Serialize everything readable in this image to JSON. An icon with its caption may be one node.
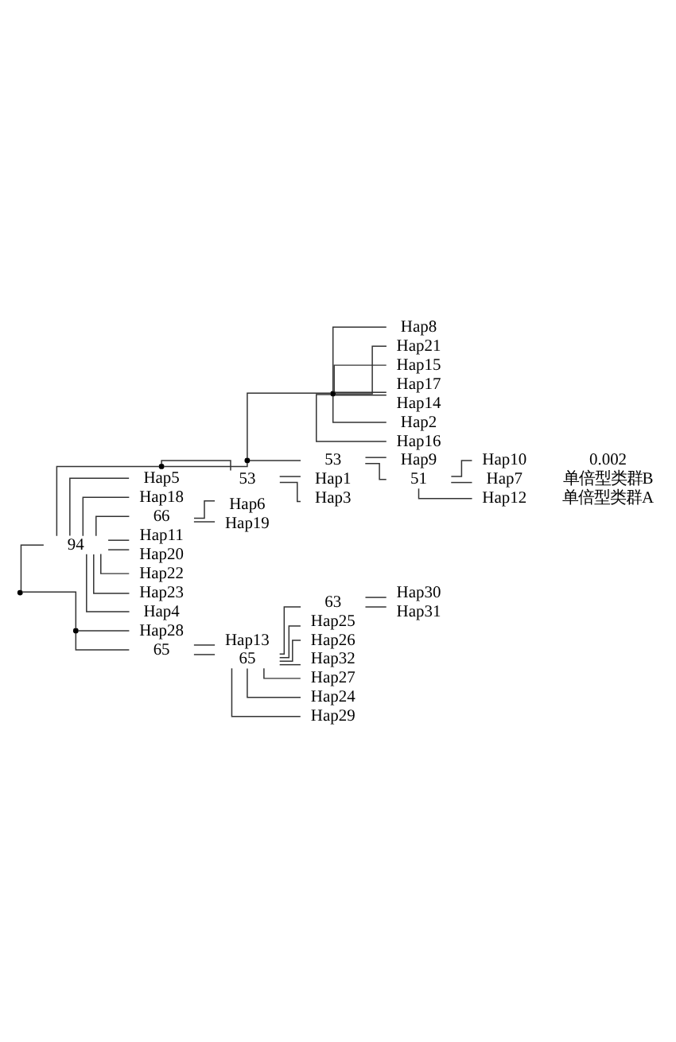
{
  "diagram": {
    "nodes": [
      {
        "text": [],
        "shape": "point"
      },
      {
        "text": [
          "94"
        ]
      },
      {
        "text": [],
        "shape": "point"
      },
      {
        "text": [],
        "shape": "point"
      },
      {
        "text": [],
        "shape": "point"
      },
      {
        "text": [
          "Hap8"
        ]
      },
      {
        "text": [
          "Hap21"
        ]
      },
      {
        "text": [
          "Hap15"
        ]
      },
      {
        "text": [
          "Hap17"
        ]
      },
      {
        "text": [
          "Hap14"
        ]
      },
      {
        "text": [
          "Hap2"
        ]
      },
      {
        "text": [
          "Hap16"
        ]
      },
      {
        "text": [
          "53"
        ]
      },
      {
        "text": [
          "Hap9"
        ]
      },
      {
        "text": [
          "51"
        ]
      },
      {
        "text": [
          "Hap10"
        ]
      },
      {
        "text": [
          "Hap7"
        ]
      },
      {
        "text": [
          "Hap12"
        ]
      },
      {
        "text": [
          "53"
        ]
      },
      {
        "text": [
          "Hap1"
        ]
      },
      {
        "text": [
          "Hap3"
        ]
      },
      {
        "text": [
          "Hap5"
        ]
      },
      {
        "text": [
          "Hap18"
        ]
      },
      {
        "text": [
          "66"
        ]
      },
      {
        "text": [
          "Hap6"
        ]
      },
      {
        "text": [
          "Hap19"
        ]
      },
      {
        "text": [
          "Hap11"
        ]
      },
      {
        "text": [
          "Hap20"
        ]
      },
      {
        "text": [
          "Hap22"
        ]
      },
      {
        "text": [
          "Hap23"
        ]
      },
      {
        "text": [
          "Hap4"
        ]
      },
      {
        "text": [],
        "shape": "point"
      },
      {
        "text": [
          "Hap28"
        ]
      },
      {
        "text": [
          "65"
        ]
      },
      {
        "text": [
          "Hap13"
        ]
      },
      {
        "text": [
          "65"
        ]
      },
      {
        "text": [
          "63"
        ]
      },
      {
        "text": [
          "Hap30"
        ]
      },
      {
        "text": [
          "Hap31"
        ]
      },
      {
        "text": [
          "Hap25"
        ]
      },
      {
        "text": [
          "Hap26"
        ]
      },
      {
        "text": [
          "Hap32"
        ]
      },
      {
        "text": [
          "Hap27"
        ]
      },
      {
        "text": [
          "Hap24"
        ]
      },
      {
        "text": [
          "Hap29"
        ]
      }
    ],
    "edges": [
      {
        "from": 0,
        "to": 1,
        "arrow": "none"
      },
      {
        "from": 1,
        "to": 2,
        "arrow": "none"
      },
      {
        "from": 2,
        "to": 3,
        "arrow": "none"
      },
      {
        "from": 3,
        "to": 4,
        "arrow": "none"
      },
      {
        "from": 4,
        "to": 5,
        "arrow": "none"
      },
      {
        "from": 4,
        "to": 6,
        "arrow": "none"
      },
      {
        "from": 4,
        "to": 7,
        "arrow": "none"
      },
      {
        "from": 4,
        "to": 8,
        "arrow": "none"
      },
      {
        "from": 4,
        "to": 9,
        "arrow": "none"
      },
      {
        "from": 4,
        "to": 10,
        "arrow": "none"
      },
      {
        "from": 4,
        "to": 11,
        "arrow": "none"
      },
      {
        "from": 3,
        "to": 12,
        "arrow": "none"
      },
      {
        "from": 12,
        "to": 13,
        "arrow": "none"
      },
      {
        "from": 12,
        "to": 14,
        "arrow": "none"
      },
      {
        "from": 14,
        "to": 15,
        "arrow": "none"
      },
      {
        "from": 14,
        "to": 16,
        "arrow": "none"
      },
      {
        "from": 14,
        "to": 17,
        "arrow": "none"
      },
      {
        "from": 2,
        "to": 18,
        "arrow": "none"
      },
      {
        "from": 18,
        "to": 19,
        "arrow": "none"
      },
      {
        "from": 18,
        "to": 20,
        "arrow": "none"
      },
      {
        "from": 1,
        "to": 21,
        "arrow": "none"
      },
      {
        "from": 1,
        "to": 22,
        "arrow": "none"
      },
      {
        "from": 1,
        "to": 23,
        "arrow": "none"
      },
      {
        "from": 23,
        "to": 24,
        "arrow": "none"
      },
      {
        "from": 23,
        "to": 25,
        "arrow": "none"
      },
      {
        "from": 1,
        "to": 26,
        "arrow": "none"
      },
      {
        "from": 1,
        "to": 27,
        "arrow": "none"
      },
      {
        "from": 1,
        "to": 28,
        "arrow": "none"
      },
      {
        "from": 1,
        "to": 29,
        "arrow": "none"
      },
      {
        "from": 1,
        "to": 30,
        "arrow": "none"
      },
      {
        "from": 0,
        "to": 31,
        "arrow": "none"
      },
      {
        "from": 31,
        "to": 32,
        "arrow": "none"
      },
      {
        "from": 31,
        "to": 33,
        "arrow": "none"
      },
      {
        "from": 33,
        "to": 34,
        "arrow": "none"
      },
      {
        "from": 33,
        "to": 35,
        "arrow": "none"
      },
      {
        "from": 35,
        "to": 36,
        "arrow": "none"
      },
      {
        "from": 36,
        "to": 37,
        "arrow": "none"
      },
      {
        "from": 36,
        "to": 38,
        "arrow": "none"
      },
      {
        "from": 35,
        "to": 39,
        "arrow": "none"
      },
      {
        "from": 35,
        "to": 40,
        "arrow": "none"
      },
      {
        "from": 35,
        "to": 41,
        "arrow": "none"
      },
      {
        "from": 35,
        "to": 42,
        "arrow": "none"
      },
      {
        "from": 35,
        "to": 43,
        "arrow": "none"
      },
      {
        "from": 35,
        "to": 44,
        "arrow": "none"
      }
    ],
    "labels": [
      "单倍型类群A",
      "单倍型类群B",
      "0.002"
    ]
  }
}
